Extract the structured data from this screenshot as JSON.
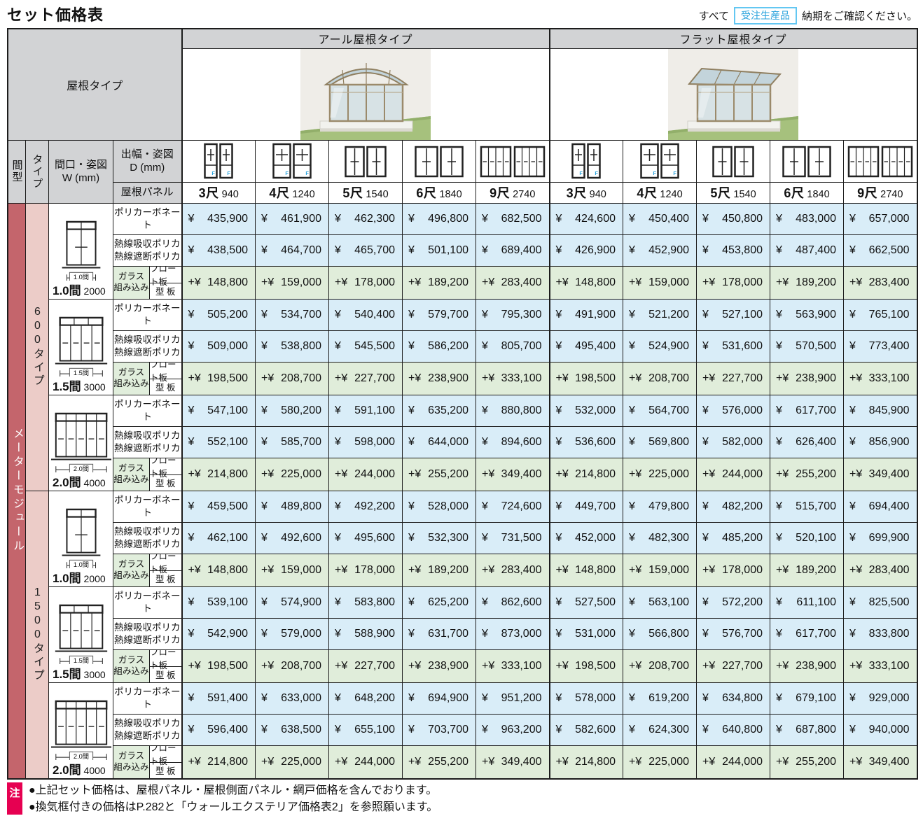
{
  "title": "セット価格表",
  "notice": {
    "prefix": "すべて",
    "badge": "受注生産品",
    "suffix": "納期をご確認ください。"
  },
  "colors": {
    "header_bg": "#d2d3d5",
    "blue_cell": "#d9edf8",
    "green_cell": "#e0edda",
    "module_strip": "#c4656c",
    "type_strip": "#ecccc8",
    "note_mark_bg": "#e60051",
    "badge_accent": "#2aa3dd"
  },
  "header": {
    "roof_type_label": "屋根タイプ",
    "roof_groups": [
      "アール屋根タイプ",
      "フラット屋根タイプ"
    ],
    "col_ma_gata": "間型",
    "col_type": "タイプ",
    "col_width_line1": "間口・姿図",
    "col_width_line2": "W (mm)",
    "col_depth_line1": "出幅・姿図",
    "col_depth_line2": "D (mm)",
    "col_roof_panel": "屋根パネル",
    "depth_cols": [
      {
        "shaku": "3尺",
        "mm": "940",
        "icon": "window-2-tall-f"
      },
      {
        "shaku": "4尺",
        "mm": "1240",
        "icon": "window-2-wide-f"
      },
      {
        "shaku": "5尺",
        "mm": "1540",
        "icon": "window-2-sliding"
      },
      {
        "shaku": "6尺",
        "mm": "1840",
        "icon": "window-2-sliding-wide"
      },
      {
        "shaku": "9尺",
        "mm": "2740",
        "icon": "window-folding-6"
      }
    ]
  },
  "module_label": "メーターモジュール",
  "panel_labels": {
    "poly": "ポリカーボネート",
    "heat1": "熱線吸収ポリカ",
    "heat2": "熱線遮断ポリカ",
    "glass1": "ガラス",
    "glass2": "組み込み",
    "glass_sub1": "フロート板",
    "glass_sub2": "型 板"
  },
  "groups": [
    {
      "type_label": "600タイプ",
      "widths": [
        {
          "label": "1.0間",
          "mm": "2000",
          "diagram_label": "1.0間",
          "diagram": "facade-2-panel",
          "rows": {
            "poly": {
              "prefix": "¥",
              "values": [
                "435,900",
                "461,900",
                "462,300",
                "496,800",
                "682,500",
                "424,600",
                "450,400",
                "450,800",
                "483,000",
                "657,000"
              ]
            },
            "heat": {
              "prefix": "¥",
              "values": [
                "438,500",
                "464,700",
                "465,700",
                "501,100",
                "689,400",
                "426,900",
                "452,900",
                "453,800",
                "487,400",
                "662,500"
              ]
            },
            "glass": {
              "prefix": "+¥",
              "values": [
                "148,800",
                "159,000",
                "178,000",
                "189,200",
                "283,400",
                "148,800",
                "159,000",
                "178,000",
                "189,200",
                "283,400"
              ]
            }
          }
        },
        {
          "label": "1.5間",
          "mm": "3000",
          "diagram_label": "1.5間",
          "diagram": "facade-4-panel",
          "rows": {
            "poly": {
              "prefix": "¥",
              "values": [
                "505,200",
                "534,700",
                "540,400",
                "579,700",
                "795,300",
                "491,900",
                "521,200",
                "527,100",
                "563,900",
                "765,100"
              ]
            },
            "heat": {
              "prefix": "¥",
              "values": [
                "509,000",
                "538,800",
                "545,500",
                "586,200",
                "805,700",
                "495,400",
                "524,900",
                "531,600",
                "570,500",
                "773,400"
              ]
            },
            "glass": {
              "prefix": "+¥",
              "values": [
                "198,500",
                "208,700",
                "227,700",
                "238,900",
                "333,100",
                "198,500",
                "208,700",
                "227,700",
                "238,900",
                "333,100"
              ]
            }
          }
        },
        {
          "label": "2.0間",
          "mm": "4000",
          "diagram_label": "2.0間",
          "diagram": "facade-5-panel",
          "rows": {
            "poly": {
              "prefix": "¥",
              "values": [
                "547,100",
                "580,200",
                "591,100",
                "635,200",
                "880,800",
                "532,000",
                "564,700",
                "576,000",
                "617,700",
                "845,900"
              ]
            },
            "heat": {
              "prefix": "¥",
              "values": [
                "552,100",
                "585,700",
                "598,000",
                "644,000",
                "894,600",
                "536,600",
                "569,800",
                "582,000",
                "626,400",
                "856,900"
              ]
            },
            "glass": {
              "prefix": "+¥",
              "values": [
                "214,800",
                "225,000",
                "244,000",
                "255,200",
                "349,400",
                "214,800",
                "225,000",
                "244,000",
                "255,200",
                "349,400"
              ]
            }
          }
        }
      ]
    },
    {
      "type_label": "1500タイプ",
      "widths": [
        {
          "label": "1.0間",
          "mm": "2000",
          "diagram_label": "1.0間",
          "diagram": "facade-2-panel",
          "rows": {
            "poly": {
              "prefix": "¥",
              "values": [
                "459,500",
                "489,800",
                "492,200",
                "528,000",
                "724,600",
                "449,700",
                "479,800",
                "482,200",
                "515,700",
                "694,400"
              ]
            },
            "heat": {
              "prefix": "¥",
              "values": [
                "462,100",
                "492,600",
                "495,600",
                "532,300",
                "731,500",
                "452,000",
                "482,300",
                "485,200",
                "520,100",
                "699,900"
              ]
            },
            "glass": {
              "prefix": "+¥",
              "values": [
                "148,800",
                "159,000",
                "178,000",
                "189,200",
                "283,400",
                "148,800",
                "159,000",
                "178,000",
                "189,200",
                "283,400"
              ]
            }
          }
        },
        {
          "label": "1.5間",
          "mm": "3000",
          "diagram_label": "1.5間",
          "diagram": "facade-4-panel",
          "rows": {
            "poly": {
              "prefix": "¥",
              "values": [
                "539,100",
                "574,900",
                "583,800",
                "625,200",
                "862,600",
                "527,500",
                "563,100",
                "572,200",
                "611,100",
                "825,500"
              ]
            },
            "heat": {
              "prefix": "¥",
              "values": [
                "542,900",
                "579,000",
                "588,900",
                "631,700",
                "873,000",
                "531,000",
                "566,800",
                "576,700",
                "617,700",
                "833,800"
              ]
            },
            "glass": {
              "prefix": "+¥",
              "values": [
                "198,500",
                "208,700",
                "227,700",
                "238,900",
                "333,100",
                "198,500",
                "208,700",
                "227,700",
                "238,900",
                "333,100"
              ]
            }
          }
        },
        {
          "label": "2.0間",
          "mm": "4000",
          "diagram_label": "2.0間",
          "diagram": "facade-5-panel",
          "rows": {
            "poly": {
              "prefix": "¥",
              "values": [
                "591,400",
                "633,000",
                "648,200",
                "694,900",
                "951,200",
                "578,000",
                "619,200",
                "634,800",
                "679,100",
                "929,000"
              ]
            },
            "heat": {
              "prefix": "¥",
              "values": [
                "596,400",
                "638,500",
                "655,100",
                "703,700",
                "963,200",
                "582,600",
                "624,300",
                "640,800",
                "687,800",
                "940,000"
              ]
            },
            "glass": {
              "prefix": "+¥",
              "values": [
                "214,800",
                "225,000",
                "244,000",
                "255,200",
                "349,400",
                "214,800",
                "225,000",
                "244,000",
                "255,200",
                "349,400"
              ]
            }
          }
        }
      ]
    }
  ],
  "notes": {
    "mark": "注",
    "lines": [
      "●上記セット価格は、屋根パネル・屋根側面パネル・網戸価格を含んでおります。",
      "●換気框付きの価格はP.282と「ウォールエクステリア価格表2」を参照願います。"
    ]
  }
}
